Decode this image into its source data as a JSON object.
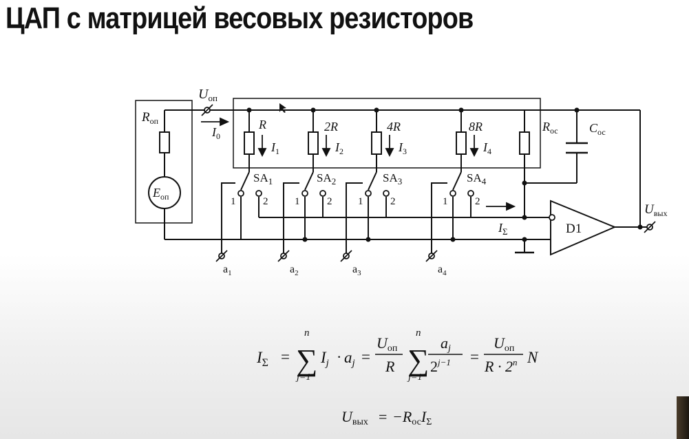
{
  "title": "ЦАП с матрицей весовых резисторов",
  "circuit": {
    "u_ref": {
      "main": "U",
      "sub": "оп"
    },
    "r_ref": {
      "main": "R",
      "sub": "оп"
    },
    "e_ref": {
      "main": "E",
      "sub": "оп"
    },
    "i0": {
      "main": "I",
      "sub": "0"
    },
    "resistors": [
      {
        "label": "R",
        "current": "I",
        "current_sub": "1"
      },
      {
        "label": "2R",
        "current": "I",
        "current_sub": "2"
      },
      {
        "label": "4R",
        "current": "I",
        "current_sub": "3"
      },
      {
        "label": "8R",
        "current": "I",
        "current_sub": "4"
      }
    ],
    "switches": [
      {
        "name": "SA",
        "sub": "1",
        "pos1": "1",
        "pos2": "2",
        "input": "a",
        "input_sub": "1"
      },
      {
        "name": "SA",
        "sub": "2",
        "pos1": "1",
        "pos2": "2",
        "input": "a",
        "input_sub": "2"
      },
      {
        "name": "SA",
        "sub": "3",
        "pos1": "1",
        "pos2": "2",
        "input": "a",
        "input_sub": "3"
      },
      {
        "name": "SA",
        "sub": "4",
        "pos1": "1",
        "pos2": "2",
        "input": "a",
        "input_sub": "4"
      }
    ],
    "r_fb": {
      "main": "R",
      "sub": "ос"
    },
    "c_fb": {
      "main": "C",
      "sub": "ос"
    },
    "i_sum": {
      "main": "I",
      "sub": "Σ"
    },
    "opamp": "D1",
    "u_out": {
      "main": "U",
      "sub": "вых"
    }
  },
  "formulas": {
    "sum_current": "I_Σ = Σ_{j=1}^{n} I_j · a_j = (U_оп / R) Σ_{j=1}^{n} a_j / 2^{j−1} = U_оп / (R · 2^n) N",
    "output_voltage": "U_вых = −R_ос I_Σ"
  },
  "formula_parts": {
    "isum": "I",
    "isum_sub": "Σ",
    "eq": "=",
    "sigma": "∑",
    "n": "n",
    "j1": "j=1",
    "ij": "I",
    "ij_sub": "j",
    "dot": "·",
    "aj": "a",
    "aj_sub": "j",
    "uop": "U",
    "uop_sub": "оп",
    "r": "R",
    "two": "2",
    "jm1": "j−1",
    "rdot2": "R · 2",
    "nexp": "n",
    "N": "N",
    "uout": "U",
    "uout_sub": "вых",
    "minus_r": "−R",
    "roc_sub": "ос"
  }
}
